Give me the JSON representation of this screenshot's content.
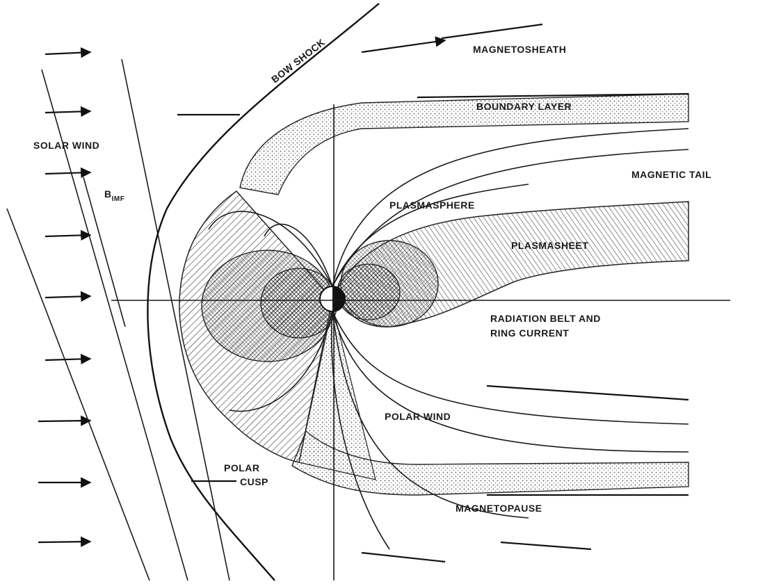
{
  "labels": {
    "bow_shock": "BOW SHOCK",
    "magnetosheath": "MAGNETOSHEATH",
    "boundary_layer": "BOUNDARY LAYER",
    "solar_wind": "SOLAR WIND",
    "bimf": "B",
    "bimf_sub": "IMF",
    "magnetic_tail": "MAGNETIC TAIL",
    "plasmasphere": "PLASMASPHERE",
    "plasmasheet": "PLASMASHEET",
    "radiation_belt_1": "RADIATION BELT AND",
    "radiation_belt_2": "RING CURRENT",
    "polar_wind": "POLAR WIND",
    "polar_cusp_1": "POLAR",
    "polar_cusp_2": "CUSP",
    "magnetopause": "MAGNETOPAUSE"
  }
}
